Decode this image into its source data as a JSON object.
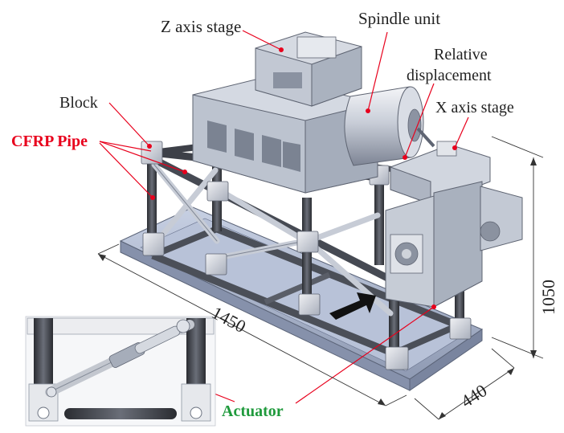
{
  "labels": {
    "z_axis_stage": "Z axis stage",
    "spindle_unit": "Spindle unit",
    "relative_displacement_line1": "Relative",
    "relative_displacement_line2": "displacement",
    "x_axis_stage": "X axis stage",
    "block": "Block",
    "cfrp_pipe": "CFRP Pipe",
    "actuator": "Actuator"
  },
  "dimensions": {
    "length": "1450",
    "width": "440",
    "height": "1050"
  },
  "colors": {
    "leader_red": "#e8001c",
    "cfrp_label": "#e8001c",
    "actuator_label": "#1f9a3c",
    "text": "#222222",
    "metal_light": "#dfe3ea",
    "metal_mid": "#b9c0cc",
    "metal_dark": "#7d8594",
    "steel_blue": "#aab6d6",
    "pipe_dark": "#3a3d44"
  }
}
